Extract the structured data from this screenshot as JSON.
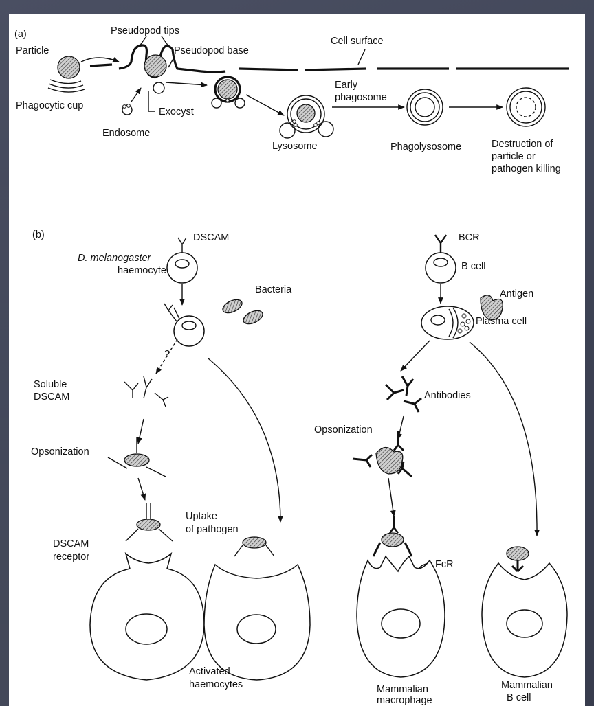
{
  "panel_a": {
    "panel_label": "(a)",
    "particle": "Particle",
    "phagocytic_cup": "Phagocytic cup",
    "pseudopod_tips": "Pseudopod tips",
    "pseudopod_base": "Pseudopod base",
    "cell_surface": "Cell surface",
    "exocyst": "Exocyst",
    "endosome": "Endosome",
    "early_phagosome_1": "Early",
    "early_phagosome_2": "phagosome",
    "lysosome": "Lysosome",
    "phagolysosome": "Phagolysosome",
    "destruction_1": "Destruction of",
    "destruction_2": "particle or",
    "destruction_3": "pathogen killing"
  },
  "panel_b": {
    "panel_label": "(b)",
    "dscam": "DSCAM",
    "species": "D. melanogaster",
    "haemocyte": "haemocyte",
    "bacteria": "Bacteria",
    "question": "?",
    "soluble_1": "Soluble",
    "soluble_2": "DSCAM",
    "opsonization_left": "Opsonization",
    "uptake_1": "Uptake",
    "uptake_2": "of pathogen",
    "receptor_1": "DSCAM",
    "receptor_2": "receptor",
    "activated_1": "Activated",
    "activated_2": "haemocytes",
    "bcr": "BCR",
    "b_cell": "B cell",
    "antigen": "Antigen",
    "plasma_cell": "Plasma cell",
    "antibodies": "Antibodies",
    "opsonization_right": "Opsonization",
    "fcr": "FcR",
    "macrophage_1": "Mammalian",
    "macrophage_2": "macrophage",
    "mb_1": "Mammalian",
    "mb_2": "B cell"
  }
}
